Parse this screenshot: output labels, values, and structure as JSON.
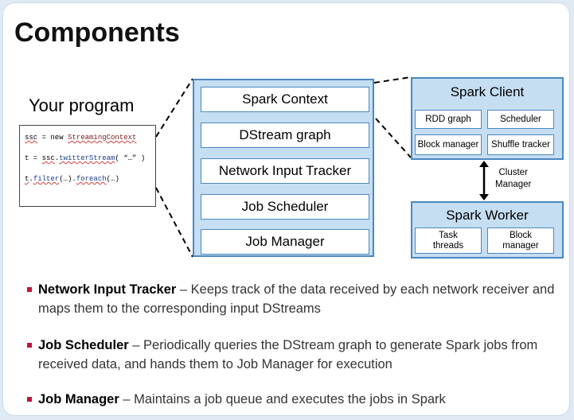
{
  "title": "Components",
  "your_program_label": "Your program",
  "code": {
    "line1": {
      "a": "ssc",
      "b": " = new ",
      "c": "StreamingContext"
    },
    "line2": {
      "a": "t = ",
      "b": "ssc",
      "c": ".",
      "d": "twitterStream",
      "e": "( “…” )"
    },
    "line3": {
      "a": "t",
      "b": ".",
      "c": "filter",
      "d": "(…).",
      "e": "foreach",
      "f": "(…)"
    }
  },
  "context_components": [
    "Spark Context",
    "DStream graph",
    "Network Input Tracker",
    "Job Scheduler",
    "Job Manager"
  ],
  "spark_client": {
    "title": "Spark Client",
    "items": [
      "RDD graph",
      "Scheduler",
      "Block manager",
      "Shuffle tracker"
    ]
  },
  "cluster_manager": {
    "line1": "Cluster",
    "line2": "Manager"
  },
  "spark_worker": {
    "title": "Spark Worker",
    "items": [
      {
        "line1": "Task",
        "line2": "threads"
      },
      {
        "line1": "Block",
        "line2": "manager"
      }
    ]
  },
  "bullets": [
    {
      "term": "Network Input Tracker",
      "text": " – Keeps track of the data received by each network receiver and maps them to the corresponding input DStreams"
    },
    {
      "term": "Job Scheduler",
      "text": " – Periodically queries the DStream graph to generate Spark jobs from received data, and hands them to Job Manager for execution"
    },
    {
      "term": "Job Manager",
      "text": " – Maintains a job queue and executes the jobs in Spark"
    }
  ],
  "colors": {
    "box_fill": "#c6def2",
    "box_border": "#4a88c0",
    "bullet": "#c0143c",
    "background": "#dfeaf5"
  }
}
